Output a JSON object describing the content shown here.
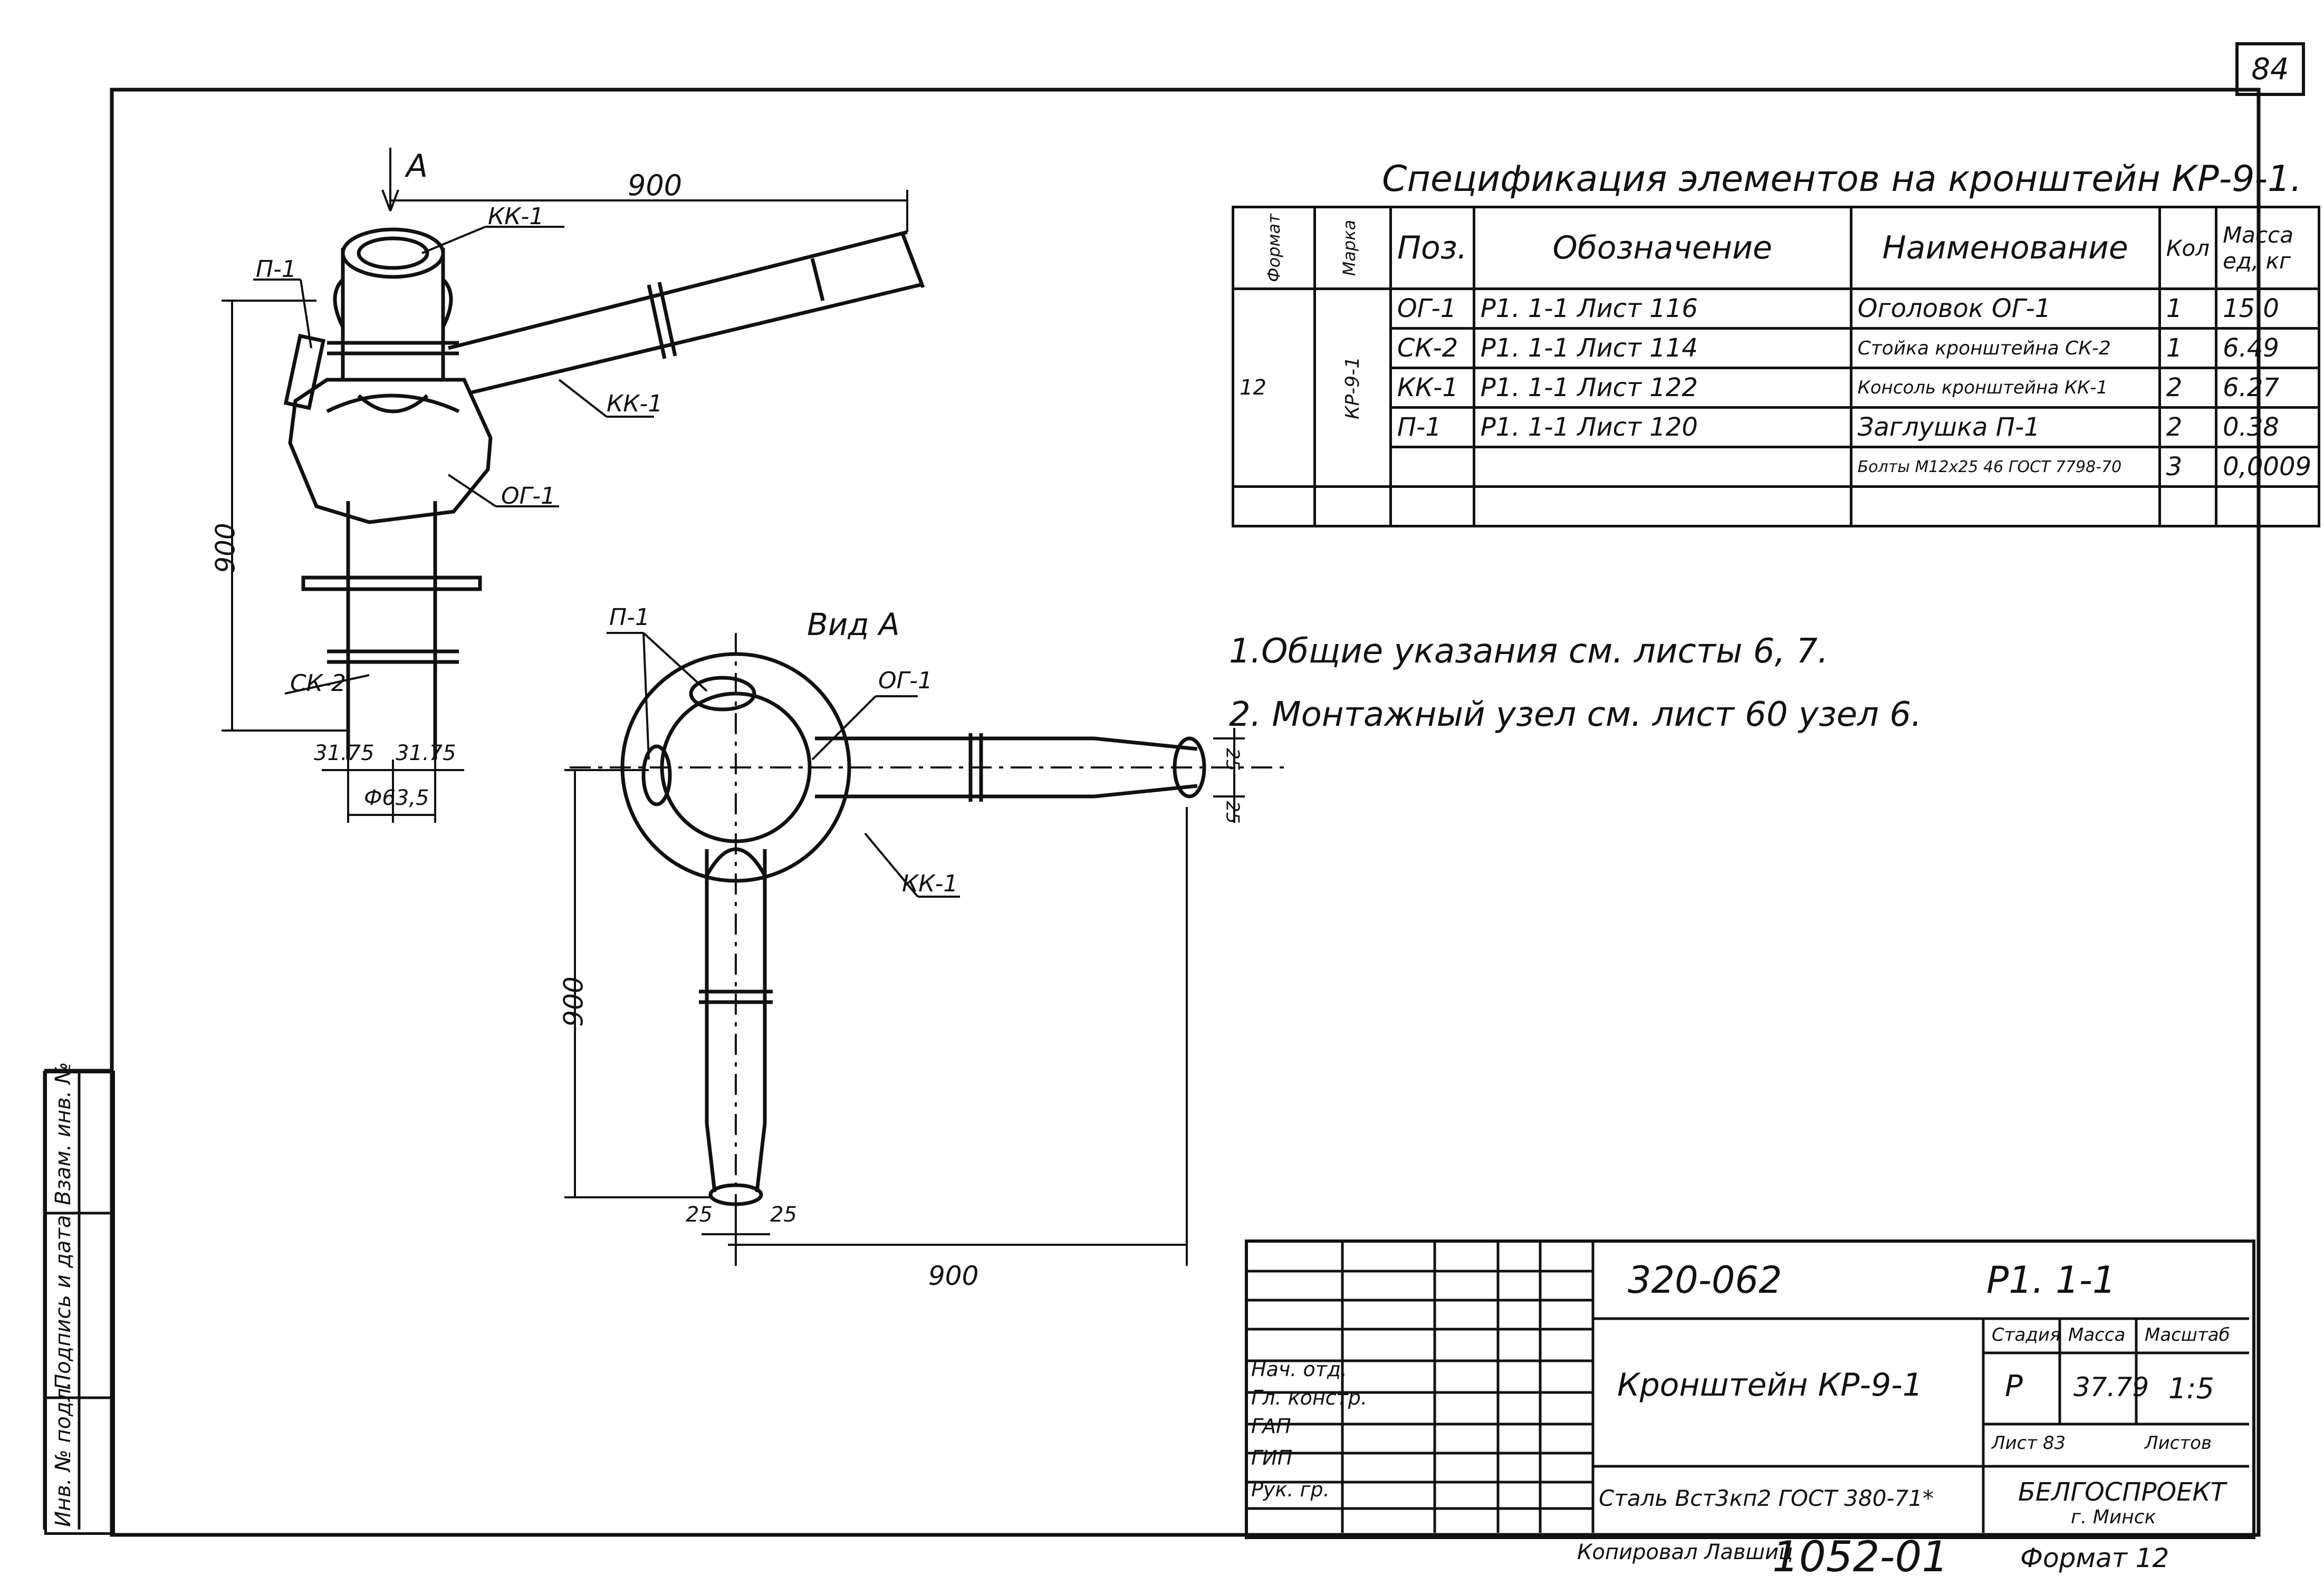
{
  "sheet_number": "84",
  "drawing": {
    "dimensions": {
      "top_width": "900",
      "height_left": "900",
      "tube_left": "31.75",
      "tube_right": "31.75",
      "diameter": "Ф63,5",
      "view_height": "900",
      "view_width": "900",
      "end_left": "25",
      "end_right": "25",
      "pipe_end_a": "25",
      "pipe_end_b": "25"
    },
    "labels": {
      "view_arrow": "А",
      "view_title": "Вид А",
      "kk1_top": "КК-1",
      "kk1_mid": "КК-1",
      "p1_left": "П-1",
      "og1_left": "ОГ-1",
      "sk2_left": "СК-2",
      "p1_view": "П-1",
      "og1_view": "ОГ-1",
      "kk1_view": "КК-1"
    }
  },
  "spec": {
    "title": "Спецификация элементов на кронштейн КР-9-1.",
    "headers": {
      "format": "Формат",
      "mark": "Марка",
      "pos": "Поз.",
      "designation": "Обозначение",
      "name": "Наименование",
      "qty": "Кол",
      "mass": "Масса ед, кг"
    },
    "format_value": "12",
    "mark_value": "КР-9-1",
    "rows": [
      {
        "pos": "ОГ-1",
        "designation": "Р1. 1-1  Лист 116",
        "name": "Оголовок ОГ-1",
        "qty": "1",
        "mass": "15.0"
      },
      {
        "pos": "СК-2",
        "designation": "Р1. 1-1  Лист 114",
        "name": "Стойка кронштейна СК-2",
        "qty": "1",
        "mass": "6.49"
      },
      {
        "pos": "КК-1",
        "designation": "Р1. 1-1  Лист 122",
        "name": "Консоль кронштейна КК-1",
        "qty": "2",
        "mass": "6.27"
      },
      {
        "pos": "П-1",
        "designation": "Р1. 1-1  Лист 120",
        "name": "Заглушка П-1",
        "qty": "2",
        "mass": "0.38"
      },
      {
        "pos": "",
        "designation": "",
        "name": "Болты М12х25 46 ГОСТ 7798-70",
        "qty": "3",
        "mass": "0,0009"
      }
    ]
  },
  "notes": [
    "1.Общие указания см. листы 6, 7.",
    "2. Монтажный узел см. лист 60 узел 6."
  ],
  "title_block": {
    "code": "320-062",
    "sheet_ref": "Р1. 1-1",
    "title": "Кронштейн КР-9-1",
    "material": "Сталь Вст3кп2 ГОСТ 380-71*",
    "stage_label": "Стадия",
    "mass_label": "Масса",
    "scale_label": "Масштаб",
    "stage": "Р",
    "mass": "37.79",
    "scale": "1:5",
    "sheet_label": "Лист 83",
    "sheets_label": "Листов",
    "org": "БЕЛГОСПРОЕКТ",
    "city": "г. Минск",
    "roles": [
      "Нач. отд.",
      "Гл. констр.",
      "ГАП",
      "ГИП",
      "Рук. гр."
    ]
  },
  "sidebar": {
    "lines": [
      "Инв. № подл.",
      "Подпись и дата",
      "Взам. инв. №"
    ]
  },
  "footer": {
    "copied": "Копировал Лавшиц",
    "number": "1052-01",
    "format": "Формат 12"
  }
}
